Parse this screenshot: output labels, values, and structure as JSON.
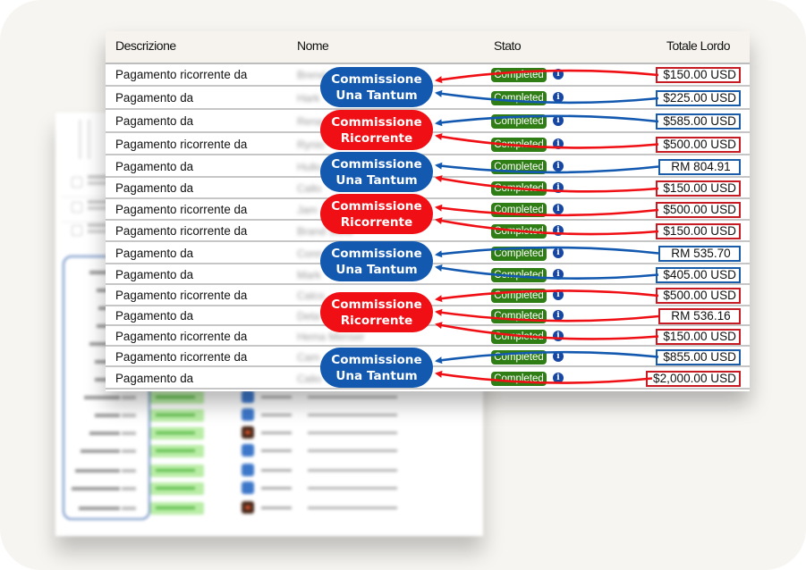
{
  "table": {
    "headers": {
      "description": "Descrizione",
      "name": "Nome",
      "status": "Stato",
      "gross_total": "Totale Lordo"
    },
    "rows": [
      {
        "description": "Pagamento ricorrente da",
        "name": "Brend",
        "status": "Completed",
        "amount": "$150.00 USD",
        "fee_type": "recurring"
      },
      {
        "description": "Pagamento da",
        "name": "Hark",
        "status": "Completed",
        "amount": "$225.00 USD",
        "fee_type": "one-time"
      },
      {
        "description": "Pagamento da",
        "name": "Rena",
        "status": "Completed",
        "amount": "$585.00 USD",
        "fee_type": "one-time"
      },
      {
        "description": "Pagamento ricorrente da",
        "name": "Rynio",
        "status": "Completed",
        "amount": "$500.00 USD",
        "fee_type": "recurring"
      },
      {
        "description": "Pagamento da",
        "name": "Hullo",
        "status": "Completed",
        "amount": "RM 804.91",
        "fee_type": "one-time"
      },
      {
        "description": "Pagamento da",
        "name": "Callo",
        "status": "Completed",
        "amount": "$150.00 USD",
        "fee_type": "recurring"
      },
      {
        "description": "Pagamento ricorrente da",
        "name": "Jam",
        "status": "Completed",
        "amount": "$500.00 USD",
        "fee_type": "recurring"
      },
      {
        "description": "Pagamento ricorrente da",
        "name": "Brand Sulla",
        "status": "Completed",
        "amount": "$150.00 USD",
        "fee_type": "recurring"
      },
      {
        "description": "Pagamento da",
        "name": "Conn",
        "status": "Completed",
        "amount": "RM 535.70",
        "fee_type": "one-time"
      },
      {
        "description": "Pagamento da",
        "name": "Mark",
        "status": "Completed",
        "amount": "$405.00 USD",
        "fee_type": "one-time"
      },
      {
        "description": "Pagamento ricorrente da",
        "name": "Calco",
        "status": "Completed",
        "amount": "$500.00 USD",
        "fee_type": "recurring"
      },
      {
        "description": "Pagamento da",
        "name": "Deta",
        "status": "Completed",
        "amount": "RM 536.16",
        "fee_type": "recurring"
      },
      {
        "description": "Pagamento ricorrente da",
        "name": "Hema Menser",
        "status": "Completed",
        "amount": "$150.00 USD",
        "fee_type": "recurring"
      },
      {
        "description": "Pagamento ricorrente da",
        "name": "Cam",
        "status": "Completed",
        "amount": "$855.00 USD",
        "fee_type": "one-time"
      },
      {
        "description": "Pagamento da",
        "name": "Calio",
        "status": "Completed",
        "amount": "$2,000.00 USD",
        "fee_type": "recurring"
      }
    ]
  },
  "annotations": {
    "pills": [
      {
        "line1": "Commissione",
        "line2": "Una Tantum",
        "type": "one-time"
      },
      {
        "line1": "Commissione",
        "line2": "Ricorrente",
        "type": "recurring"
      },
      {
        "line1": "Commissione",
        "line2": "Una Tantum",
        "type": "one-time"
      },
      {
        "line1": "Commissione",
        "line2": "Ricorrente",
        "type": "recurring"
      },
      {
        "line1": "Commissione",
        "line2": "Una Tantum",
        "type": "one-time"
      },
      {
        "line1": "Commissione",
        "line2": "Ricorrente",
        "type": "recurring"
      },
      {
        "line1": "Commissione",
        "line2": "Una Tantum",
        "type": "one-time"
      }
    ],
    "colors": {
      "one_time": "#1359b0",
      "recurring": "#ef0f14",
      "status_badge": "#2f7d15",
      "info_icon": "#1747a2"
    }
  },
  "background_card": {
    "status_label": "Succeeded"
  }
}
